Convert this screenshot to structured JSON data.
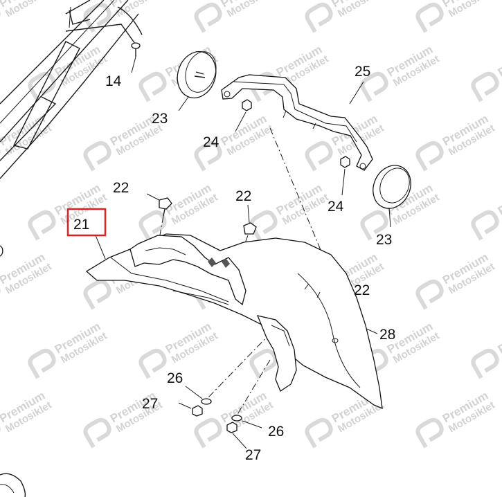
{
  "watermark": {
    "line1": "Premium",
    "line2": "Motosiklet"
  },
  "highlight_color": "#e02020",
  "callouts": [
    {
      "id": "14",
      "text": "14"
    },
    {
      "id": "23a",
      "text": "23"
    },
    {
      "id": "24a",
      "text": "24"
    },
    {
      "id": "25",
      "text": "25"
    },
    {
      "id": "22a",
      "text": "22"
    },
    {
      "id": "22b",
      "text": "22"
    },
    {
      "id": "21",
      "text": "21"
    },
    {
      "id": "24b",
      "text": "24"
    },
    {
      "id": "23b",
      "text": "23"
    },
    {
      "id": "22c",
      "text": "22"
    },
    {
      "id": "28",
      "text": "28"
    },
    {
      "id": "26a",
      "text": "26"
    },
    {
      "id": "27a",
      "text": "27"
    },
    {
      "id": "26b",
      "text": "26"
    },
    {
      "id": "27b",
      "text": "27"
    }
  ]
}
